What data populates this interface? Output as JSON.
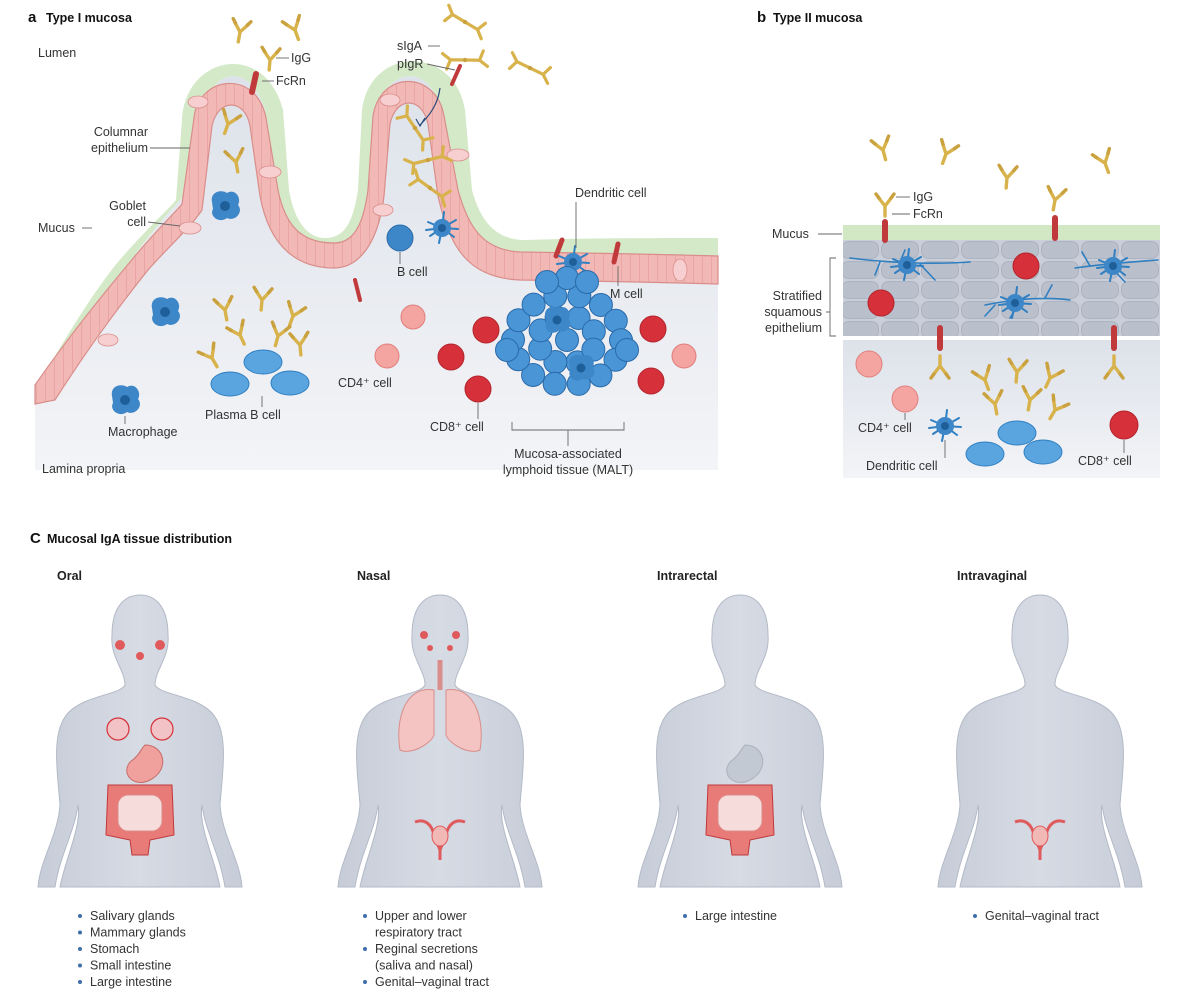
{
  "panels": {
    "a": {
      "letter": "a",
      "title": "Type I mucosa"
    },
    "b": {
      "letter": "b",
      "title": "Type II mucosa"
    },
    "c": {
      "letter": "C",
      "title": "Mucosal IgA tissue distribution"
    }
  },
  "type1_labels": {
    "lumen": "Lumen",
    "igg": "IgG",
    "fcrn": "FcRn",
    "columnar_1": "Columnar",
    "columnar_2": "epithelium",
    "goblet_1": "Goblet",
    "goblet_2": "cell",
    "mucus": "Mucus",
    "siga": "sIgA",
    "pigr": "pIgR",
    "dendritic": "Dendritic cell",
    "b_cell": "B cell",
    "m_cell": "M cell",
    "plasma": "Plasma B cell",
    "cd4": "CD4⁺ cell",
    "cd8": "CD8⁺ cell",
    "macrophage": "Macrophage",
    "malt_1": "Mucosa-associated",
    "malt_2": "lymphoid tissue (MALT)",
    "lamina": "Lamina propria"
  },
  "type2_labels": {
    "igg": "IgG",
    "fcrn": "FcRn",
    "mucus": "Mucus",
    "strat_1": "Stratified",
    "strat_2": "squamous",
    "strat_3": "epithelium",
    "cd4": "CD4⁺ cell",
    "dendritic": "Dendritic cell",
    "cd8": "CD8⁺ cell"
  },
  "routes": [
    {
      "name": "Oral",
      "sites": [
        "Salivary glands",
        "Mammary glands",
        "Stomach",
        "Small intestine",
        "Large intestine"
      ]
    },
    {
      "name": "Nasal",
      "sites": [
        "Upper and lower",
        "respiratory tract",
        "Reginal secretions",
        "(saliva and nasal)",
        "Genital–vaginal tract"
      ]
    },
    {
      "name": "Intrarectal",
      "sites": [
        "Large intestine"
      ]
    },
    {
      "name": "Intravaginal",
      "sites": [
        "Genital–vaginal tract"
      ]
    }
  ],
  "colors": {
    "lamina": "#e8ebf2",
    "mucus": "#d2e8c4",
    "epithelium": "#f2b8b5",
    "epithelium_edge": "#d98e8b",
    "antibody": "#d8b24a",
    "receptor": "#c0393b",
    "blue_cell": "#3d87c9",
    "red_cell": "#d6313a",
    "pink_cell": "#f4a5a2",
    "body": "#cfd5df"
  }
}
